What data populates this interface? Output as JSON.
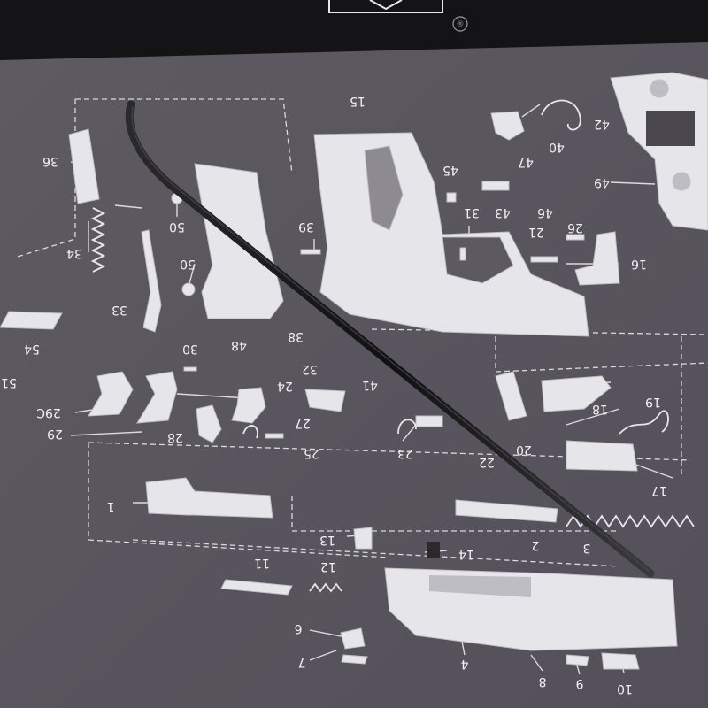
{
  "photo": {
    "subject": "gun-cleaning-mat-with-pick-tool",
    "colors": {
      "mat": "#5d5960",
      "mat_dark": "#524e55",
      "border": "#161618",
      "part_fill": "#e6e6ea",
      "part_stroke": "#cfcfd4",
      "leader_line": "#d9d9de",
      "tool": "#1a1a1c",
      "logo_line": "#e8e8ea"
    }
  },
  "labels": {
    "l1": "1",
    "l2": "2",
    "l3": "3",
    "l4": "4",
    "l6": "6",
    "l7": "7",
    "l8": "8",
    "l9": "9",
    "l10": "10",
    "l11": "11",
    "l12": "12",
    "l13": "13",
    "l14": "14",
    "l15": "15",
    "l16": "16",
    "l17": "17",
    "l18": "18",
    "l19": "19",
    "l20": "20",
    "l21": "21",
    "l22": "22",
    "l23": "23",
    "l24": "24",
    "l25": "25",
    "l26": "26",
    "l27": "27",
    "l28": "28",
    "l29": "29",
    "l29c": "29C",
    "l30": "30",
    "l31": "31",
    "l32": "32",
    "l33": "33",
    "l34": "34",
    "l36": "36",
    "l38": "38",
    "l39": "39",
    "l40": "40",
    "l41": "41",
    "l42": "42",
    "l43": "43",
    "l45": "45",
    "l46": "46",
    "l47": "47",
    "l48": "48",
    "l49": "49",
    "l50a": "50",
    "l50b": "50",
    "l51": "51",
    "l54": "54"
  },
  "logo": {
    "mark": "®"
  }
}
